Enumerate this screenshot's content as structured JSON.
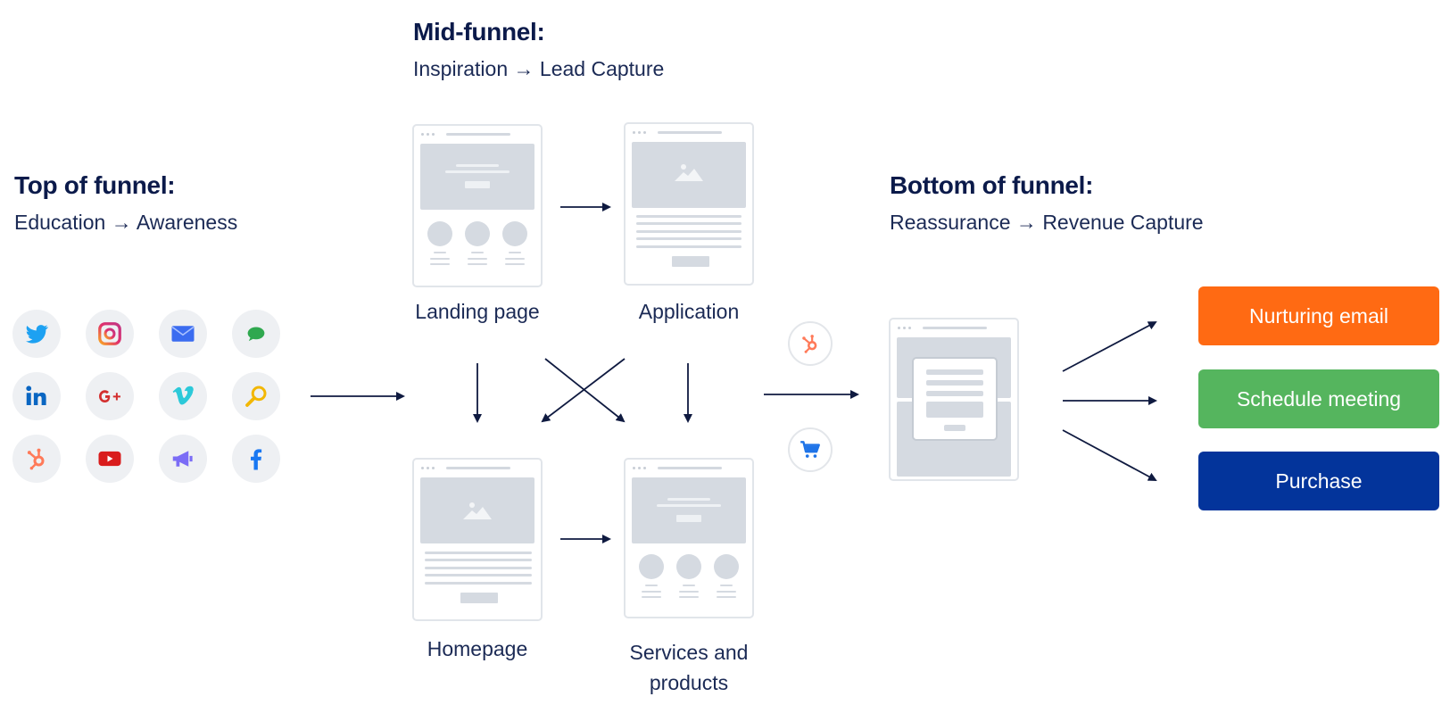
{
  "stages": {
    "top": {
      "title": "Top of funnel:",
      "subtitle_from": "Education",
      "subtitle_to": "Awareness"
    },
    "mid": {
      "title": "Mid-funnel:",
      "subtitle_from": "Inspiration",
      "subtitle_to": "Lead Capture"
    },
    "bottom": {
      "title": "Bottom of funnel:",
      "subtitle_from": "Reassurance",
      "subtitle_to": "Revenue Capture"
    },
    "arrow_glyph": "→"
  },
  "channels": [
    {
      "name": "twitter-icon",
      "color": "#1da1f2"
    },
    {
      "name": "instagram-icon",
      "color": "#e1306c"
    },
    {
      "name": "email-icon",
      "color": "#3b6cf0"
    },
    {
      "name": "chat-icon",
      "color": "#2fa84f"
    },
    {
      "name": "linkedin-icon",
      "color": "#0a66c2"
    },
    {
      "name": "google-plus-icon",
      "color": "#d32f2f"
    },
    {
      "name": "vimeo-icon",
      "color": "#2cc9d9"
    },
    {
      "name": "search-icon",
      "color": "#f2b705"
    },
    {
      "name": "hubspot-icon",
      "color": "#ff7a59"
    },
    {
      "name": "youtube-icon",
      "color": "#d91c1c"
    },
    {
      "name": "megaphone-icon",
      "color": "#7b6cf6"
    },
    {
      "name": "facebook-icon",
      "color": "#1877f2"
    }
  ],
  "pages": {
    "landing": {
      "label": "Landing page"
    },
    "application": {
      "label": "Application"
    },
    "homepage": {
      "label": "Homepage"
    },
    "services": {
      "label_line1": "Services and",
      "label_line2": "products"
    }
  },
  "badges": [
    {
      "name": "hubspot-icon",
      "color": "#ff7a59"
    },
    {
      "name": "shopping-cart-icon",
      "color": "#1f74e8"
    }
  ],
  "outcomes": [
    {
      "label": "Nurturing email",
      "color": "#ff6a13"
    },
    {
      "label": "Schedule meeting",
      "color": "#55b55e"
    },
    {
      "label": "Purchase",
      "color": "#03349b"
    }
  ],
  "colors": {
    "heading": "#0b1a4a",
    "arrow": "#0f1a40",
    "wireframe": "#d5dae1"
  }
}
